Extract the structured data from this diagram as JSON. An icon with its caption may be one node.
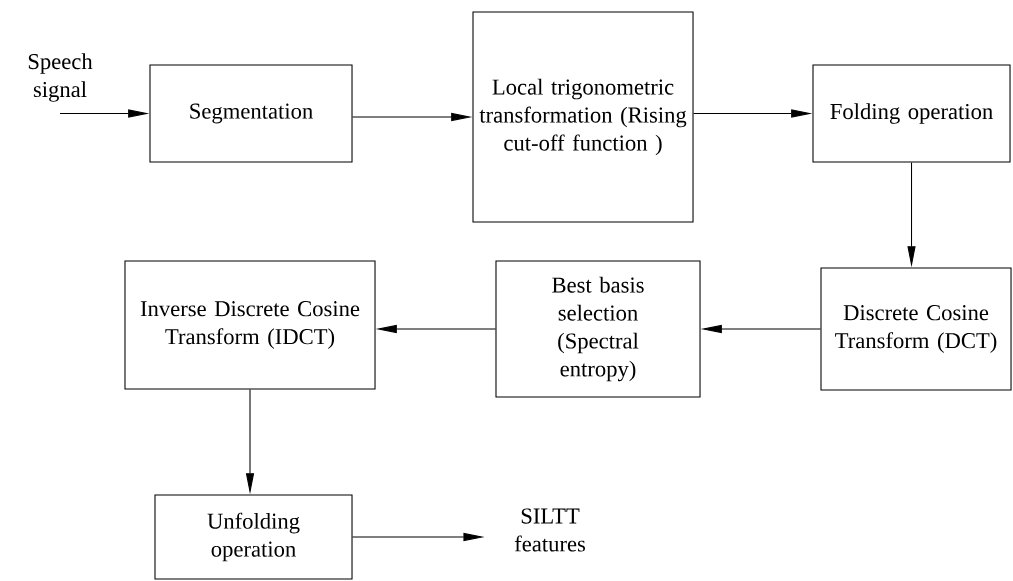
{
  "diagram": {
    "nodes": [
      {
        "text": [
          "Speech signal"
        ]
      },
      {
        "text": [
          "Segmentation"
        ]
      },
      {
        "text": [
          "Local trigonometric transformation (Rising cut-off function )"
        ]
      },
      {
        "text": [
          "Folding operation"
        ]
      },
      {
        "text": [
          "Discrete Cosine Transform (DCT)"
        ]
      },
      {
        "text": [
          "Best basis selection (Spectral entropy)"
        ]
      },
      {
        "text": [
          "Inverse Discrete Cosine Transform (IDCT)"
        ]
      },
      {
        "text": [
          "Unfolding operation"
        ]
      },
      {
        "text": [
          "SILTT features"
        ]
      }
    ],
    "edges": [
      {
        "from": 0,
        "to": 1,
        "arrow": "to"
      },
      {
        "from": 1,
        "to": 2,
        "arrow": "to"
      },
      {
        "from": 2,
        "to": 3,
        "arrow": "to"
      },
      {
        "from": 3,
        "to": 4,
        "arrow": "to"
      },
      {
        "from": 4,
        "to": 5,
        "arrow": "to"
      },
      {
        "from": 5,
        "to": 6,
        "arrow": "to"
      },
      {
        "from": 6,
        "to": 7,
        "arrow": "to"
      },
      {
        "from": 7,
        "to": 8,
        "arrow": "to"
      }
    ]
  }
}
